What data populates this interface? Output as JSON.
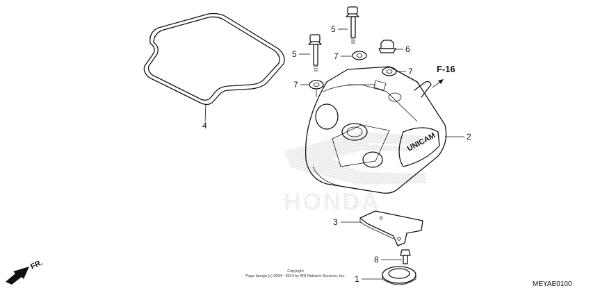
{
  "reference": {
    "label": "F-16"
  },
  "front_indicator": {
    "label": "FR."
  },
  "watermark": {
    "text": "HONDA"
  },
  "cover_emblem": {
    "text": "UNICAM"
  },
  "copyright": {
    "line1": "Copyright",
    "line2": "Page design (c) 2004 - 2014 by ARI Network Services, Inc."
  },
  "diagram_code": "MEYAE0100",
  "callouts": {
    "c1": "1",
    "c2": "2",
    "c3": "3",
    "c4": "4",
    "c5a": "5",
    "c5b": "5",
    "c6": "6",
    "c7a": "7",
    "c7b": "7",
    "c7c": "7",
    "c8": "8"
  }
}
